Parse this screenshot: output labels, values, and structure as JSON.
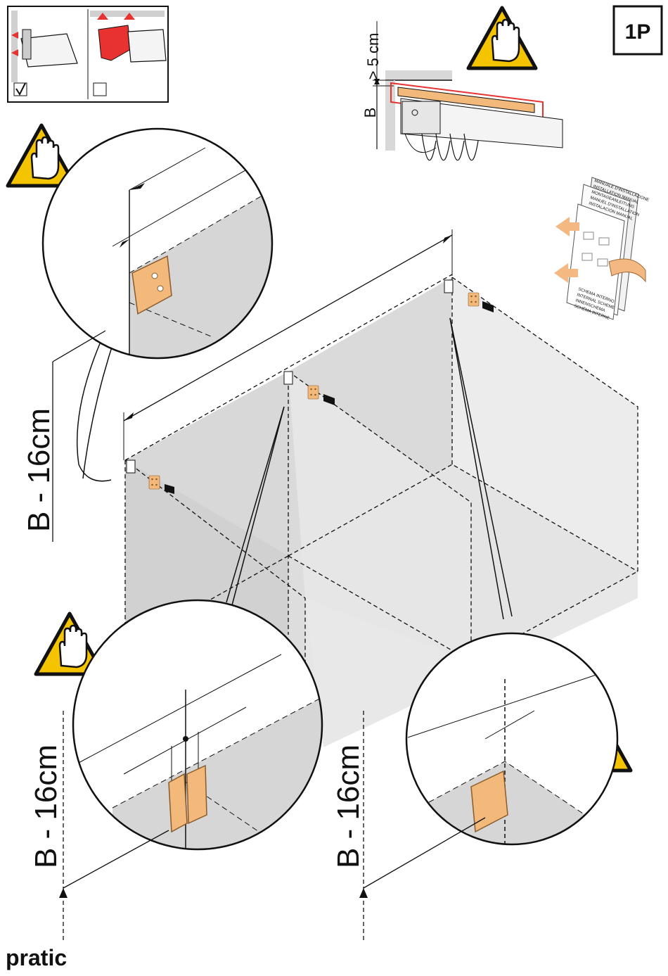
{
  "page_id": "1P",
  "brand": "pratic",
  "dimension_label": "B - 16cm",
  "clearance_label": "> 5 cm",
  "height_label": "B",
  "manual_cover_lines": [
    "MANUALE D'INSTALLAZIONE",
    "INSTALLATION MANUAL",
    "MONTAGEANLEITUNG",
    "MANUEL D'INSTALLATION",
    "INSTALACIÓN MANUAL"
  ],
  "manual_inner_lines": [
    "SCHEMA INTERNO",
    "INTERNAL SCHEME",
    "INNENSCHEMA",
    "SCHÉMA INTERNE"
  ],
  "colors": {
    "warning_yellow": "#f5c400",
    "bracket_orange": "#f2b97a",
    "alert_red": "#e8322f",
    "panel_gray": "#e2e2e2"
  }
}
